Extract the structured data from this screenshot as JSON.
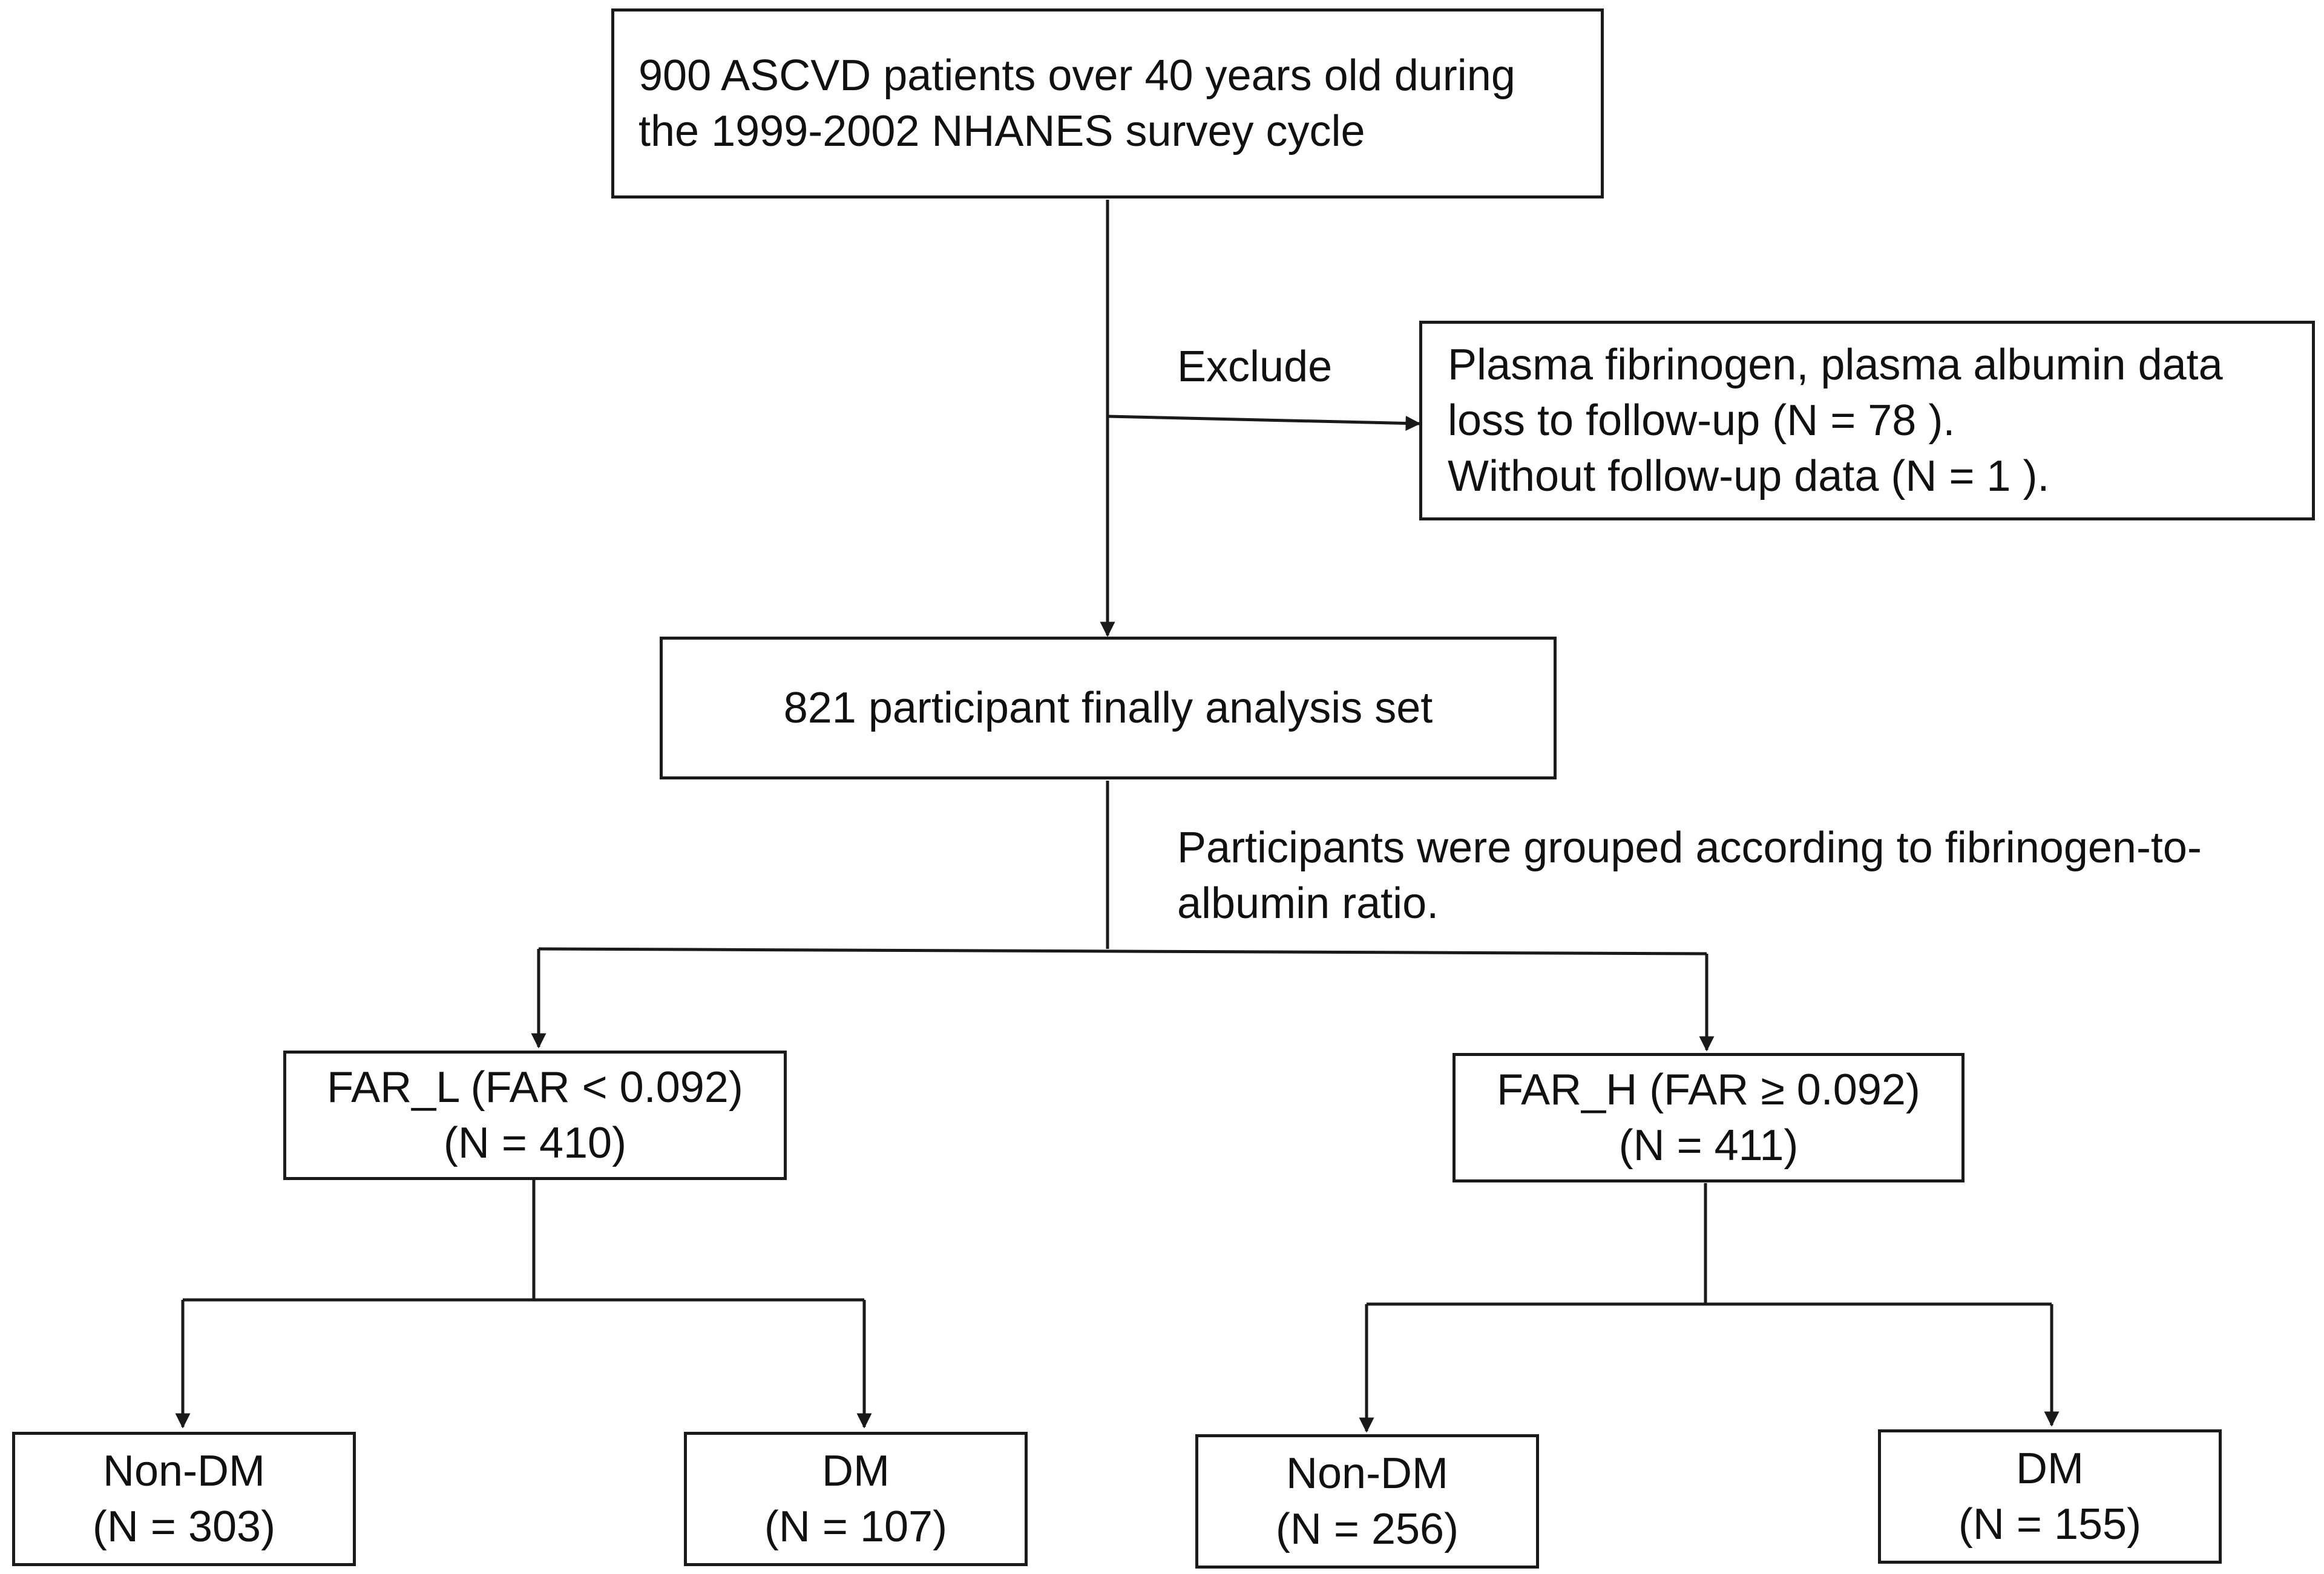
{
  "source": {
    "line1": "900 ASCVD patients over 40 years old during",
    "line2": "the 1999-2002 NHANES survey cycle"
  },
  "exclusion": {
    "label": "Exclude",
    "line1": "Plasma fibrinogen, plasma albumin data",
    "line2": "loss to follow-up (N = 78 ).",
    "line3": "Without follow-up data (N = 1 )."
  },
  "analysis_set": {
    "label": "821  participant finally analysis set"
  },
  "grouping_note": {
    "line1": "Participants were grouped according to fibrinogen-to-",
    "line2": "albumin ratio."
  },
  "groups": [
    {
      "title": "FAR_L (FAR < 0.092)",
      "n": "(N = 410)",
      "subgroups": [
        {
          "title": "Non-DM",
          "n": "(N = 303)"
        },
        {
          "title": "DM",
          "n": "(N = 107)"
        }
      ]
    },
    {
      "title": "FAR_H (FAR ≥ 0.092)",
      "n": "(N = 411)",
      "subgroups": [
        {
          "title": "Non-DM",
          "n": "(N = 256)"
        },
        {
          "title": "DM",
          "n": "(N = 155)"
        }
      ]
    }
  ]
}
